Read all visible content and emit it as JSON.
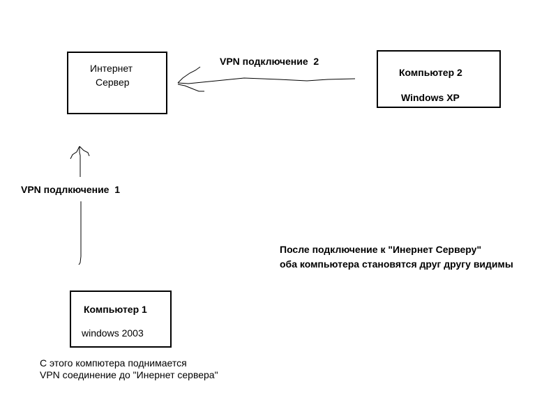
{
  "nodes": {
    "server": {
      "line1": "Интернет",
      "line2": "Сервер"
    },
    "computer2": {
      "name": "Компьютер 2",
      "os": "Windows XP"
    },
    "computer1": {
      "name": "Компьютер 1",
      "os": "windows 2003"
    }
  },
  "connections": {
    "vpn2": {
      "label": "VPN подключение  2",
      "from": "computer2",
      "to": "server"
    },
    "vpn1": {
      "label": "VPN подлкючение  1",
      "from": "computer1",
      "to": "server"
    }
  },
  "notes": {
    "computer1_note": {
      "line1": "С этого компютера поднимается",
      "line2": "VPN соединение до \"Инернет сервера\""
    },
    "result_note": {
      "line1": "После подключение к \"Инернет Серверу\"",
      "line2": "оба компьютера становятся друг другу видимы"
    }
  }
}
